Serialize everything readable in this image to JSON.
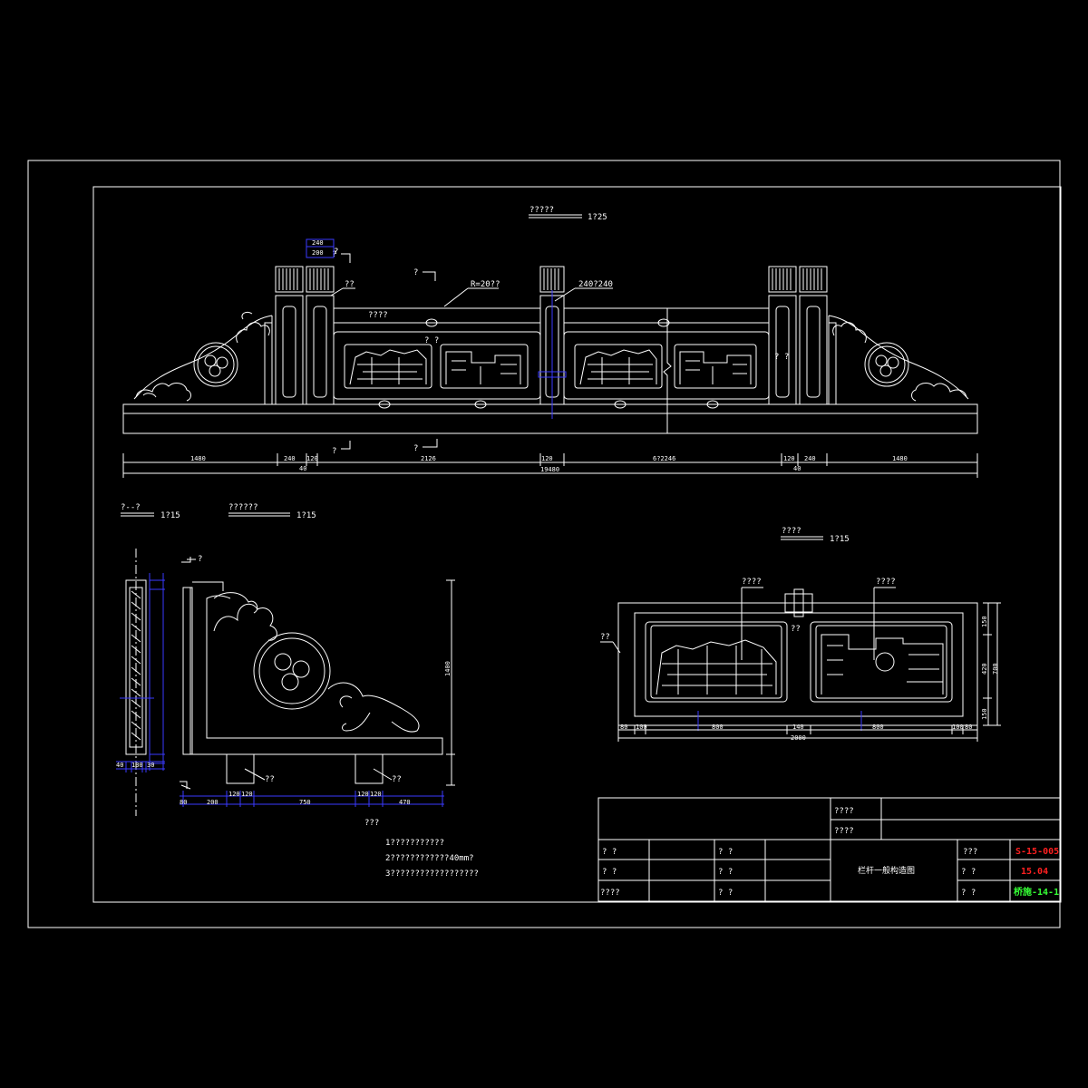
{
  "views": {
    "elevation": {
      "title": "?????",
      "scale": "1?25",
      "radius_label": "R=20??",
      "post_label": "240?240",
      "top_dim": "240",
      "top_dim_inner": "200",
      "railing_label": "????",
      "tag_a": "??",
      "tag_b": "? ?",
      "section_marks": [
        "?",
        "?",
        "?",
        "?"
      ]
    },
    "section_aa": {
      "title": "?--?",
      "scale": "1?15"
    },
    "side": {
      "title": "??????",
      "scale": "1?15",
      "foot_label": "??",
      "bottom_label": "???"
    },
    "panel": {
      "title": "????",
      "scale": "1?15",
      "left_callout": "????",
      "right_callout": "????",
      "side_callout": "??",
      "small_callout": "??"
    }
  },
  "dimensions": {
    "bottom_chain": [
      "1480",
      "240",
      "120",
      "2126",
      "120",
      "6?2246",
      "120",
      "240",
      "1480"
    ],
    "bottom_sub_left": "40",
    "bottom_sub_right": "40",
    "total": "19480",
    "panel_chain": [
      "80",
      "100",
      "800",
      "140",
      "800",
      "100",
      "80"
    ],
    "panel_total": "2000",
    "panel_vert": [
      "150",
      "420",
      "150"
    ],
    "panel_vert_total": "700",
    "side_chain": [
      "80",
      "200",
      "120",
      "120",
      "750",
      "120",
      "120",
      "470"
    ],
    "side_height": "1400",
    "section_chain": [
      "40",
      "130",
      "30"
    ]
  },
  "notes": [
    "1???????????",
    "2????????????40mm?",
    "3??????????????????"
  ],
  "title_block": {
    "labels": {
      "r1": "????",
      "r2": "????",
      "a1": "?  ?",
      "a2": "?  ?",
      "a3": "????",
      "b1": "?  ?",
      "b2": "?  ?",
      "b3": "?  ?",
      "c1": "???",
      "c2": "?    ?",
      "c3": "?    ?"
    },
    "drawing_title": "栏杆一般构造图",
    "drawing_no": "S-15-005",
    "date": "15.04",
    "sheet": "桥施-14-1"
  },
  "colors": {
    "background": "#000000",
    "line": "#ffffff",
    "dimension": "#3a3aff",
    "red": "#ff2020",
    "green": "#35ff35"
  }
}
